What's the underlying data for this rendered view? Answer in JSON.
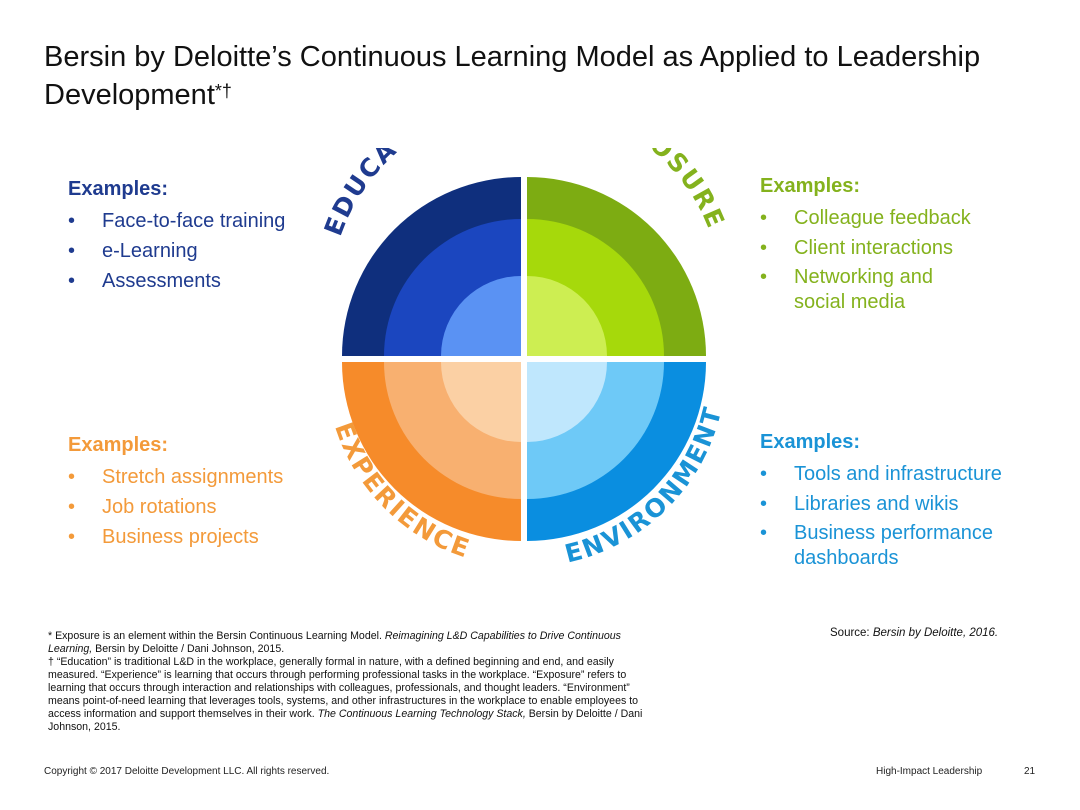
{
  "title": "Bersin by Deloitte’s Continuous Learning Model as Applied to Leadership Development",
  "title_marks": "*†",
  "quadrants": {
    "education": {
      "label": "EDUCATION",
      "color": "#1f3b8f",
      "examples_heading": "Examples:",
      "examples": [
        "Face-to-face training",
        "e-Learning",
        "Assessments"
      ]
    },
    "exposure": {
      "label": "EXPOSURE",
      "color": "#84b21d",
      "examples_heading": "Examples:",
      "examples": [
        "Colleague feedback",
        "Client interactions",
        "Networking and social media"
      ]
    },
    "experience": {
      "label": "EXPERIENCE",
      "color": "#f39a3a",
      "examples_heading": "Examples:",
      "examples": [
        "Stretch assignments",
        "Job rotations",
        "Business projects"
      ]
    },
    "environment": {
      "label": "ENVIRONMENT",
      "color": "#1a93d6",
      "examples_heading": "Examples:",
      "examples": [
        "Tools and infrastructure",
        "Libraries and wikis",
        "Business performance dashboards"
      ]
    }
  },
  "notes": {
    "note1_text": "* Exposure is an element within the Bersin Continuous Learning Model. ",
    "note1_italic": "Reimagining L&D Capabilities to Drive Continuous Learning,",
    "note1_tail": " Bersin by Deloitte / Dani Johnson, 2015.",
    "note2_text": "† “Education” is traditional L&D in the workplace, generally formal in nature, with a defined beginning and end, and easily measured. “Experience” is learning that occurs through performing professional tasks in the workplace. “Exposure” refers to learning that occurs through interaction and relationships with colleagues, professionals, and thought leaders. “Environment” means point-of-need learning that leverages tools, systems, and other infrastructures in the workplace to enable employees to access information and support themselves in their work. ",
    "note2_italic": "The Continuous Learning Technology Stack,",
    "note2_tail": " Bersin by Deloitte / Dani Johnson, 2015."
  },
  "source": {
    "label": "Source: ",
    "text": "Bersin by Deloitte, 2016."
  },
  "footer": {
    "copyright": "Copyright © 2017 Deloitte Development LLC. All rights reserved.",
    "section": "High-Impact Leadership",
    "page": "21"
  }
}
